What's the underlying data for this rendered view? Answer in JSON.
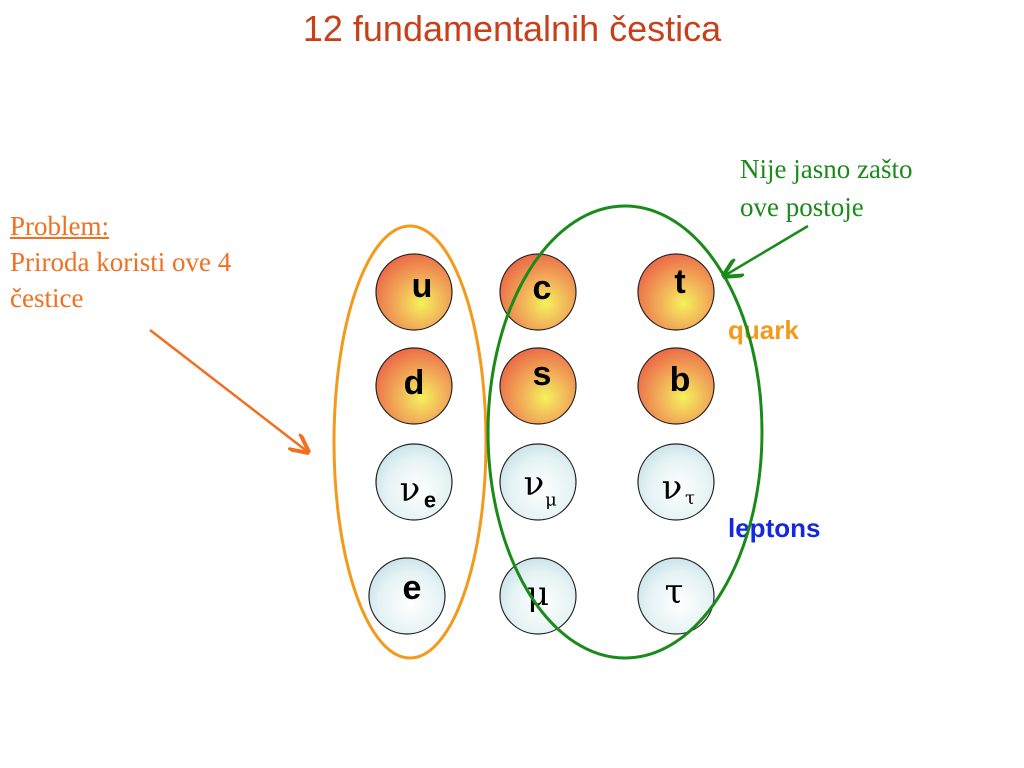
{
  "title": "12 fundamentalnih čestica",
  "problem": {
    "heading": "Problem:",
    "line1": "Priroda koristi ove 4",
    "line2": "čestice"
  },
  "note": {
    "line1": "Nije jasno zašto",
    "line2": "ove postoje"
  },
  "labels": {
    "quark": "quark",
    "leptons": "leptons"
  },
  "particles": {
    "u": "u",
    "c": "c",
    "t": "t",
    "d": "d",
    "s": "s",
    "b": "b",
    "nu_e": "ν",
    "nu_e_sub": "e",
    "nu_mu": "ν",
    "nu_mu_sub": "μ",
    "nu_tau": "ν",
    "nu_tau_sub": "τ",
    "e": "e",
    "mu": "μ",
    "tau": "τ"
  },
  "colors": {
    "title": "#c8401a",
    "orange": "#f39a1c",
    "green": "#1a8a1a",
    "blue": "#1428e0",
    "quark_fill": "#ee7b50",
    "lepton_fill": "#d6ecf0"
  }
}
